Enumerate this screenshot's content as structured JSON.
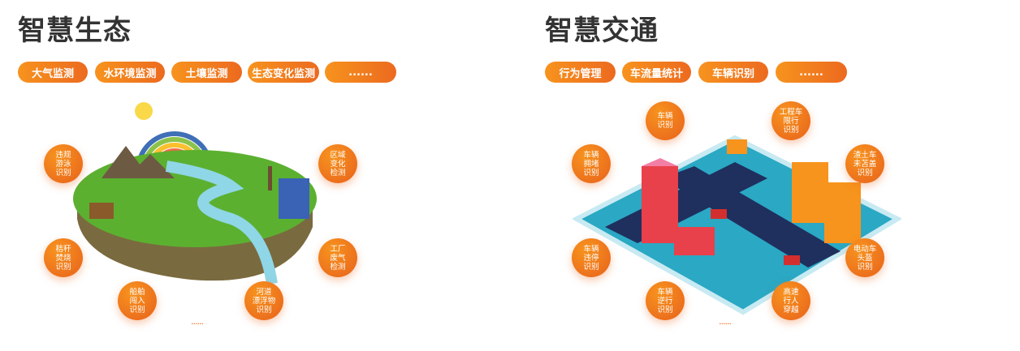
{
  "ecology": {
    "title": "智慧生态",
    "tags": [
      "大气监测",
      "水环境监测",
      "土壤监测",
      "生态变化监测",
      "......"
    ],
    "features": [
      "违规\n游泳\n识别",
      "区域\n变化\n检测",
      "秸秆\n焚烧\n识别",
      "工厂\n废气\n检测",
      "船舶\n闯入\n识别",
      "河道\n漂浮物\n识别"
    ],
    "more": "......"
  },
  "traffic": {
    "title": "智慧交通",
    "tags": [
      "行为管理",
      "车流量统计",
      "车辆识别",
      "......"
    ],
    "features": [
      "车辆\n识别",
      "工程车\n限行\n识别",
      "车辆\n拥堵\n识别",
      "渣土车\n未苫盖\n识别",
      "车辆\n违停\n识别",
      "电动车\n头盔\n识别",
      "车辆\n逆行\n识别",
      "高速\n行人\n穿越"
    ],
    "more": "......"
  },
  "colors": {
    "accent": "#ec6a1f",
    "accent_light": "#f7931e",
    "title": "#333333"
  }
}
